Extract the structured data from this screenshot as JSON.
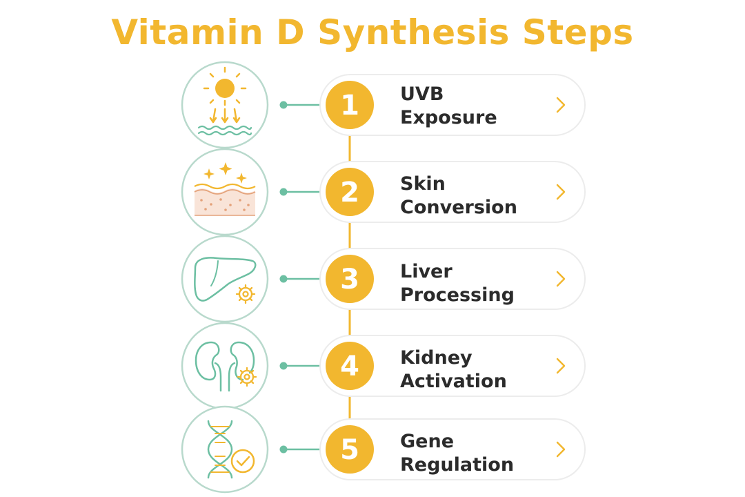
{
  "title": "Vitamin D Synthesis Steps",
  "colors": {
    "accent": "#f2b72f",
    "icon_line": "#6cbfa2",
    "circle_border": "#b8d9cc",
    "pill_border": "#ececec",
    "text": "#2b2b2b",
    "skin": "#f9e4d8"
  },
  "steps": [
    {
      "number": "1",
      "line1": "UVB",
      "line2": "Exposure",
      "icon": "sun-rays-icon"
    },
    {
      "number": "2",
      "line1": "Skin",
      "line2": "Conversion",
      "icon": "skin-layer-icon"
    },
    {
      "number": "3",
      "line1": "Liver",
      "line2": "Processing",
      "icon": "liver-gear-icon"
    },
    {
      "number": "4",
      "line1": "Kidney",
      "line2": "Activation",
      "icon": "kidney-gear-icon"
    },
    {
      "number": "5",
      "line1": "Gene",
      "line2": "Regulation",
      "icon": "dna-check-icon"
    }
  ]
}
